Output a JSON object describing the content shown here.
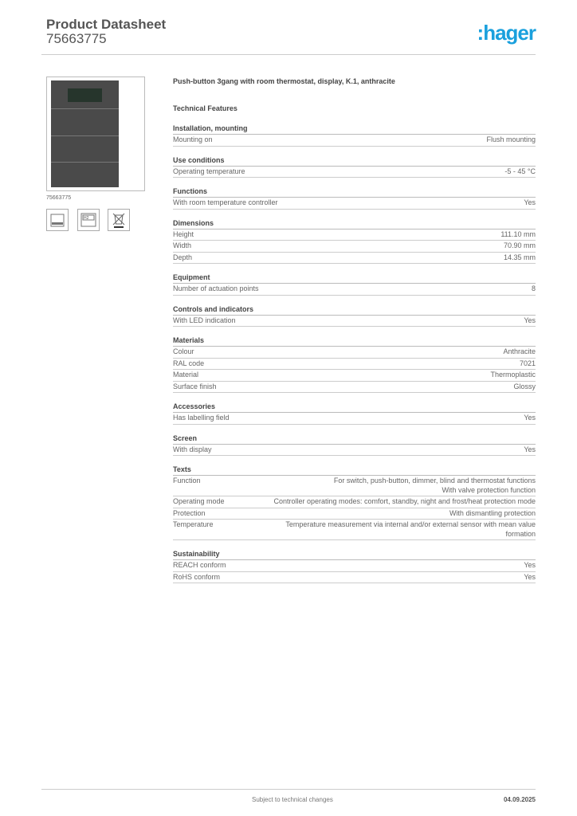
{
  "header": {
    "title": "Product Datasheet",
    "number": "75663775",
    "logo": ":hager",
    "logo_color": "#1aa0dd"
  },
  "image": {
    "caption": "75663775"
  },
  "icons": [
    "display-device-icon",
    "display-text-icon",
    "weee-crossed-bin-icon"
  ],
  "product_title": "Push-button 3gang with room thermostat, display, K.1, anthracite",
  "features_title": "Technical Features",
  "sections": [
    {
      "title": "Installation, mounting",
      "rows": [
        [
          "Mounting on",
          "Flush mounting"
        ]
      ]
    },
    {
      "title": "Use conditions",
      "rows": [
        [
          "Operating temperature",
          "-5 - 45 °C"
        ]
      ]
    },
    {
      "title": "Functions",
      "rows": [
        [
          "With room temperature controller",
          "Yes"
        ]
      ]
    },
    {
      "title": "Dimensions",
      "rows": [
        [
          "Height",
          "111.10 mm"
        ],
        [
          "Width",
          "70.90 mm"
        ],
        [
          "Depth",
          "14.35 mm"
        ]
      ]
    },
    {
      "title": "Equipment",
      "rows": [
        [
          "Number of actuation points",
          "8"
        ]
      ]
    },
    {
      "title": "Controls and indicators",
      "rows": [
        [
          "With LED indication",
          "Yes"
        ]
      ]
    },
    {
      "title": "Materials",
      "rows": [
        [
          "Colour",
          "Anthracite"
        ],
        [
          "RAL code",
          "7021"
        ],
        [
          "Material",
          "Thermoplastic"
        ],
        [
          "Surface finish",
          "Glossy"
        ]
      ]
    },
    {
      "title": "Accessories",
      "rows": [
        [
          "Has labelling field",
          "Yes"
        ]
      ]
    },
    {
      "title": "Screen",
      "rows": [
        [
          "With display",
          "Yes"
        ]
      ]
    },
    {
      "title": "Texts",
      "rows": [
        [
          "Function",
          "For switch, push-button, dimmer, blind and thermostat functions\nWith valve protection function"
        ],
        [
          "Operating mode",
          "Controller operating modes: comfort, standby, night and frost/heat protection mode"
        ],
        [
          "Protection",
          "With dismantling protection"
        ],
        [
          "Temperature",
          "Temperature measurement via internal and/or external sensor with mean value formation"
        ]
      ]
    },
    {
      "title": "Sustainability",
      "rows": [
        [
          "REACH conform",
          "Yes"
        ],
        [
          "RoHS conform",
          "Yes"
        ]
      ]
    }
  ],
  "footer": {
    "note": "Subject to technical changes",
    "date": "04.09.2025"
  }
}
